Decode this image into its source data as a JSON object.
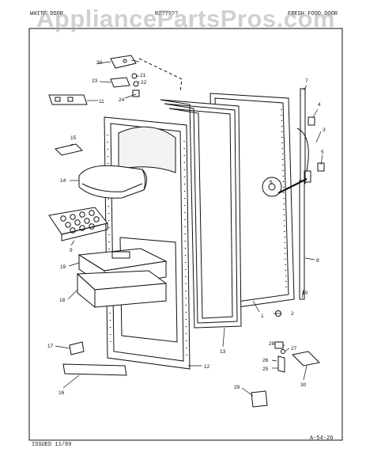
{
  "header": {
    "left": "WHITE DOOR",
    "middle": "RZ?????",
    "right": "FRESH FOOD DOOR"
  },
  "watermark": "AppliancePartsPros.com",
  "footer": {
    "issued": "ISSUED 11/89",
    "code": "A-54-26"
  },
  "callouts": [
    "1",
    "2",
    "3",
    "4",
    "5",
    "6",
    "7",
    "8",
    "9",
    "10",
    "11",
    "12",
    "13",
    "14",
    "15",
    "16",
    "17",
    "18",
    "19",
    "20",
    "21",
    "22",
    "23",
    "24",
    "25",
    "26",
    "27",
    "28",
    "29",
    "30"
  ]
}
